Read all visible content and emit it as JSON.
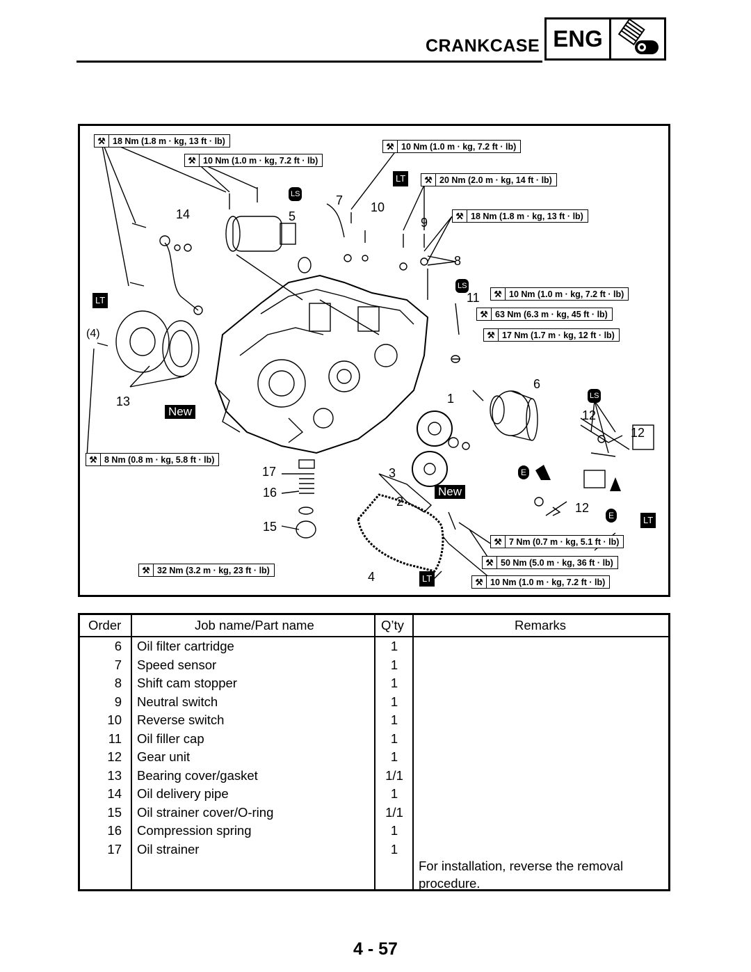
{
  "header": {
    "section_title": "CRANKCASE",
    "badge_label": "ENG",
    "badge_icon": "engine-section-icon"
  },
  "diagram": {
    "torque_labels": [
      "18 Nm (1.8 m · kg, 13 ft · lb)",
      "10 Nm (1.0 m · kg, 7.2 ft · lb)",
      "10 Nm (1.0 m · kg, 7.2 ft · lb)",
      "20 Nm (2.0 m · kg, 14 ft · lb)",
      "18 Nm (1.8 m · kg, 13 ft · lb)",
      "10 Nm (1.0 m · kg, 7.2 ft · lb)",
      "63 Nm (6.3 m · kg, 45 ft · lb)",
      "17 Nm (1.7 m · kg, 12 ft · lb)",
      "8 Nm (0.8 m · kg, 5.8 ft · lb)",
      "7 Nm (0.7 m · kg, 5.1 ft · lb)",
      "50 Nm (5.0 m · kg, 36 ft · lb)",
      "32 Nm (3.2 m · kg, 23 ft · lb)",
      "10 Nm (1.0 m · kg, 7.2 ft · lb)"
    ],
    "callouts": [
      "14",
      "5",
      "7",
      "10",
      "9",
      "8",
      "11",
      "(4)",
      "13",
      "6",
      "1",
      "12",
      "12",
      "17",
      "3",
      "16",
      "2",
      "15",
      "12",
      "4"
    ],
    "new_badges": [
      "New",
      "New"
    ],
    "lubricant_marks": [
      "LT",
      "LS",
      "LT",
      "LS",
      "LT",
      "LS",
      "E",
      "E",
      "LT",
      "LT"
    ]
  },
  "table": {
    "headers": {
      "order": "Order",
      "name": "Job name/Part name",
      "qty": "Q’ty",
      "remarks": "Remarks"
    },
    "rows": [
      {
        "order": "6",
        "name": "Oil filter cartridge",
        "qty": "1"
      },
      {
        "order": "7",
        "name": "Speed sensor",
        "qty": "1"
      },
      {
        "order": "8",
        "name": "Shift cam stopper",
        "qty": "1"
      },
      {
        "order": "9",
        "name": "Neutral switch",
        "qty": "1"
      },
      {
        "order": "10",
        "name": "Reverse switch",
        "qty": "1"
      },
      {
        "order": "11",
        "name": "Oil filler cap",
        "qty": "1"
      },
      {
        "order": "12",
        "name": "Gear unit",
        "qty": "1"
      },
      {
        "order": "13",
        "name": "Bearing cover/gasket",
        "qty": "1/1"
      },
      {
        "order": "14",
        "name": "Oil delivery pipe",
        "qty": "1"
      },
      {
        "order": "15",
        "name": "Oil strainer cover/O-ring",
        "qty": "1/1"
      },
      {
        "order": "16",
        "name": "Compression spring",
        "qty": "1"
      },
      {
        "order": "17",
        "name": "Oil strainer",
        "qty": "1"
      }
    ],
    "remarks_note": "For installation, reverse the removal procedure."
  },
  "footer": {
    "page_number": "4 - 57"
  }
}
